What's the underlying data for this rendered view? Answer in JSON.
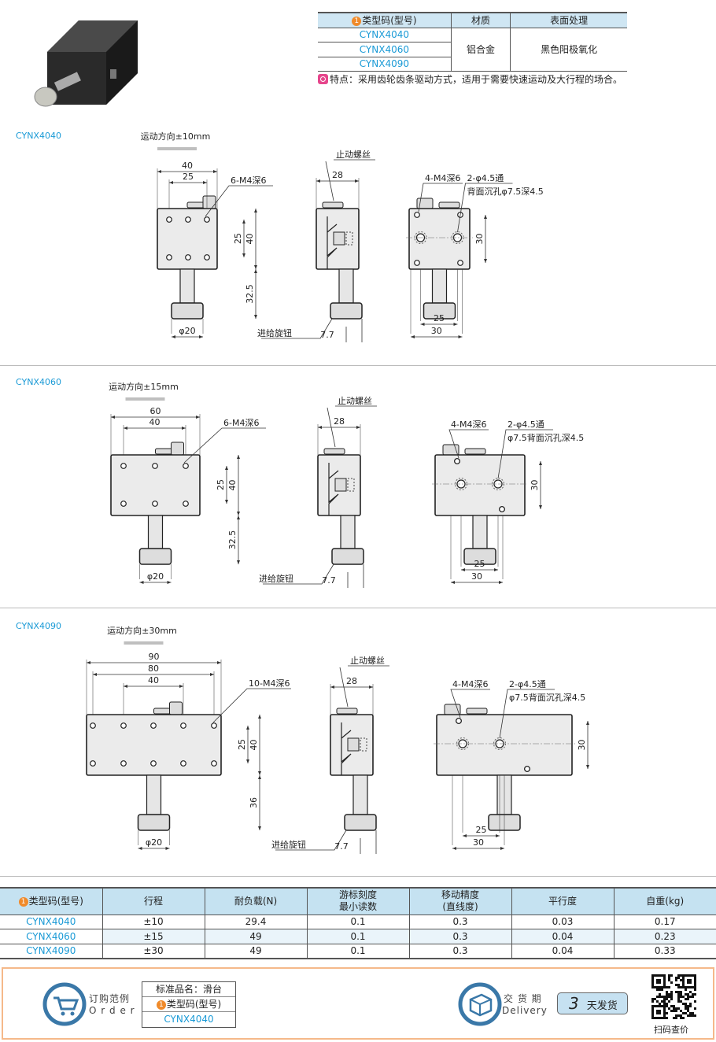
{
  "spec_table": {
    "headers": [
      "类型码(型号)",
      "材质",
      "表面处理"
    ],
    "models": [
      "CYNX4040",
      "CYNX4060",
      "CYNX4090"
    ],
    "material": "铝合金",
    "surface": "黑色阳极氧化",
    "badge": "1"
  },
  "feature": "特点：采用齿轮齿条驱动方式，适用于需要快速运动及大行程的场合。",
  "sections": [
    {
      "model": "CYNX4040",
      "motion": "运动方向±10mm",
      "width_outer": "40",
      "width_inner": "25",
      "holes": "6-M4深6",
      "pitch": "25",
      "height": "40",
      "stem": "32.5",
      "knob": "φ20",
      "side_width": "28",
      "stop_screw": "止动螺丝",
      "feed_knob": "进给旋钮",
      "knob_offset": "7.7",
      "back_holes": "4-M4深6",
      "through": "2-φ4.5通",
      "counterbore": "背面沉孔φ7.5深4.5",
      "back_pitch": "30",
      "back_w1": "25",
      "back_w2": "30"
    },
    {
      "model": "CYNX4060",
      "motion": "运动方向±15mm",
      "width_outer": "60",
      "width_inner": "40",
      "holes": "6-M4深6",
      "pitch": "25",
      "height": "40",
      "stem": "32.5",
      "knob": "φ20",
      "side_width": "28",
      "stop_screw": "止动螺丝",
      "feed_knob": "进给旋钮",
      "knob_offset": "7.7",
      "back_holes": "4-M4深6",
      "through": "2-φ4.5通",
      "counterbore": "φ7.5背面沉孔深4.5",
      "back_pitch": "30",
      "back_w1": "25",
      "back_w2": "30"
    },
    {
      "model": "CYNX4090",
      "motion": "运动方向±30mm",
      "width_outer": "90",
      "width_mid": "80",
      "width_inner": "40",
      "holes": "10-M4深6",
      "pitch": "25",
      "height": "40",
      "stem": "36",
      "knob": "φ20",
      "side_width": "28",
      "stop_screw": "止动螺丝",
      "feed_knob": "进给旋钮",
      "knob_offset": "7.7",
      "back_holes": "4-M4深6",
      "through": "2-φ4.5通",
      "counterbore": "φ7.5背面沉孔深4.5",
      "back_pitch": "30",
      "back_w1": "25",
      "back_w2": "30"
    }
  ],
  "spec2": {
    "headers": [
      "类型码(型号)",
      "行程",
      "耐负载(N)",
      "游标刻度",
      "最小读数",
      "移动精度",
      "(直线度)",
      "平行度",
      "自重(kg)"
    ],
    "rows": [
      [
        "CYNX4040",
        "±10",
        "29.4",
        "0.1",
        "0.3",
        "0.03",
        "0.17"
      ],
      [
        "CYNX4060",
        "±15",
        "49",
        "0.1",
        "0.3",
        "0.04",
        "0.23"
      ],
      [
        "CYNX4090",
        "±30",
        "49",
        "0.1",
        "0.3",
        "0.04",
        "0.33"
      ]
    ]
  },
  "footer": {
    "order_cn": "订购范例",
    "order_en": "O r d e r",
    "std_name": "标准品名：滑台",
    "type_code": "类型码(型号)",
    "example": "CYNX4040",
    "delivery_cn": "交 货 期",
    "delivery_en": "Delivery",
    "days": "3",
    "days_label": "天发货",
    "qr_label": "扫码查价"
  },
  "colors": {
    "accent": "#1a9ad6",
    "header_bg": "#c5e2f1",
    "badge": "#f08a2a",
    "footer_border": "#f5b98a"
  }
}
